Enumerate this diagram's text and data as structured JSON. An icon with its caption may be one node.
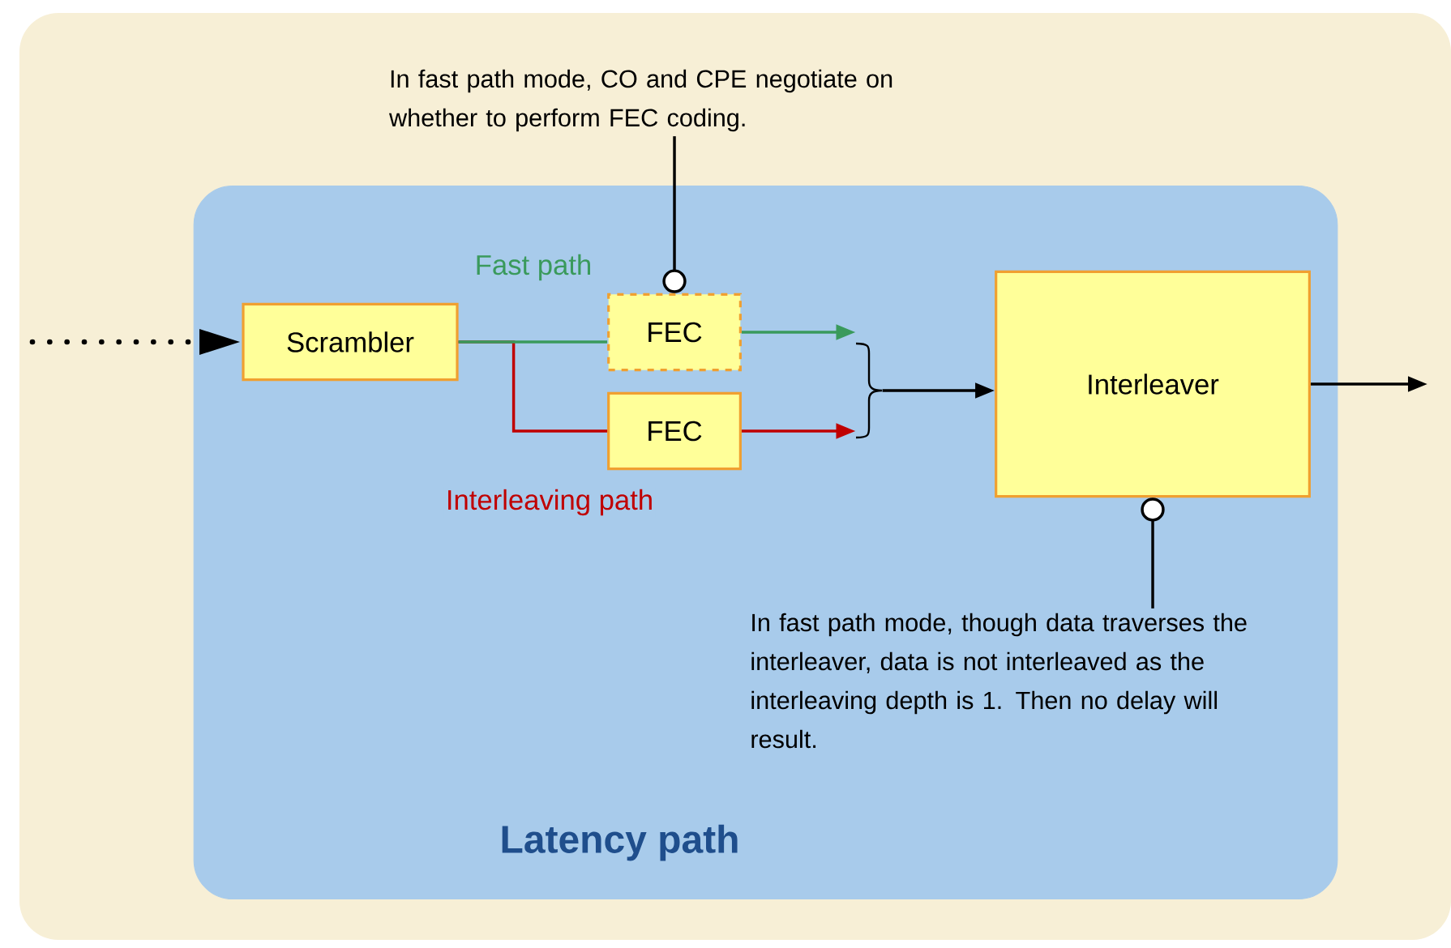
{
  "diagram": {
    "nodes": [
      {
        "text": [
          "Latency path"
        ]
      },
      {
        "text": [
          "Scrambler"
        ],
        "in": 0
      },
      {
        "text": [
          "FEC"
        ],
        "in": 0
      },
      {
        "text": [
          "FEC"
        ],
        "in": 0
      },
      {
        "text": [
          "Interleaver"
        ],
        "in": 0
      },
      {
        "text": [
          "In fast path mode, CO and CPE negotiate on whether to perform FEC coding."
        ]
      },
      {
        "text": [
          "In fast path mode, though data traverses the interleaver, data is not interleaved as the interleaving depth is 1. Then no delay will result."
        ],
        "in": 0
      },
      {
        "text": [],
        "shape": "bracket",
        "in": 0
      }
    ],
    "edges": [
      {
        "from": null,
        "to": 1,
        "arrow": "to",
        "style": "dashed"
      },
      {
        "from": 1,
        "to": 2,
        "arrow": "none",
        "label": "Fast path",
        "color": "#3a9a5c"
      },
      {
        "from": 1,
        "to": 3,
        "arrow": "none",
        "label": "Interleaving path",
        "color": "#c00000"
      },
      {
        "from": 2,
        "to": 7,
        "arrow": "to",
        "color": "#3a9a5c"
      },
      {
        "from": 3,
        "to": 7,
        "arrow": "to",
        "color": "#c00000"
      },
      {
        "from": 7,
        "to": 4,
        "arrow": "to"
      },
      {
        "from": 4,
        "to": null,
        "arrow": "to"
      },
      {
        "from": 5,
        "to": 2,
        "arrow": "other"
      },
      {
        "from": 6,
        "to": 4,
        "arrow": "other"
      }
    ]
  }
}
